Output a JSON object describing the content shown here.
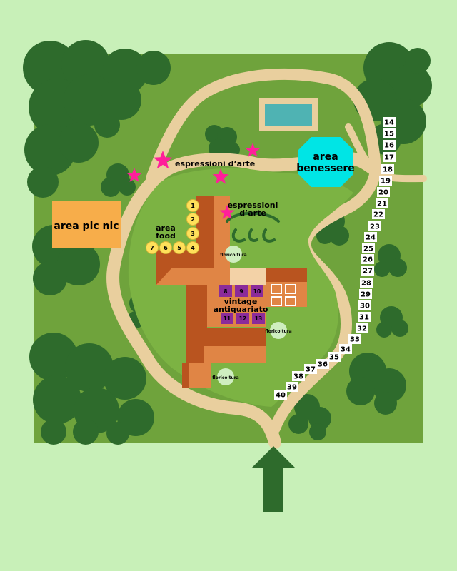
{
  "labels": {
    "picnic": "area pic nic",
    "benessere_line1": "area",
    "benessere_line2": "benessere",
    "food_line1": "area",
    "food_line2": "food",
    "espressioni_top": "espressioni d’arte",
    "espressioni_mid_line1": "espressioni",
    "espressioni_mid_line2": "d’arte",
    "vintage_line1": "vintage",
    "vintage_line2": "antiquariato",
    "floricoltura": "floricoltura"
  },
  "food_stalls": [
    "1",
    "2",
    "3",
    "4",
    "5",
    "6",
    "7"
  ],
  "vintage_stalls": [
    "8",
    "9",
    "10",
    "11",
    "12",
    "13"
  ],
  "path_stalls": [
    "14",
    "15",
    "16",
    "17",
    "18",
    "19",
    "20",
    "21",
    "22",
    "23",
    "24",
    "25",
    "26",
    "27",
    "28",
    "29",
    "30",
    "31",
    "32",
    "33",
    "34",
    "35",
    "36",
    "37",
    "38",
    "39",
    "40"
  ],
  "colors": {
    "background": "#c8f0b8",
    "lawn": "#6fa33c",
    "inner_lawn": "#7cb343",
    "trees": "#2e6b2c",
    "path": "#e9cf9e",
    "picnic": "#f7ad4a",
    "benessere": "#00e5e5",
    "star": "#ff1f9a",
    "food_stall": "#ffe05a",
    "vintage_stall": "#8b2b9a",
    "building_dark": "#b9541f",
    "building_light": "#e08545",
    "arrow": "#2e6b2c"
  },
  "icons": [
    "star-icon",
    "entrance-arrow-icon",
    "pool-icon",
    "tree-icon"
  ]
}
